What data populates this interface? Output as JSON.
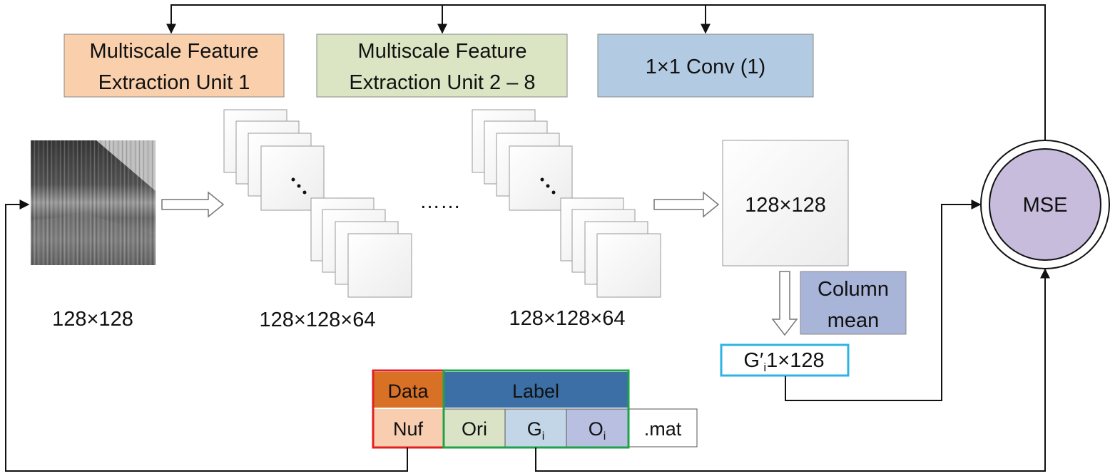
{
  "units": {
    "unit1": [
      "Multiscale Feature",
      "Extraction Unit 1"
    ],
    "unit2": [
      "Multiscale Feature",
      "Extraction Unit 2 – 8"
    ],
    "conv": "1×1 Conv (1)"
  },
  "input_label": "128×128",
  "feature_label_1": "128×128×64",
  "feature_label_2": "128×128×64",
  "ellipsis": "……",
  "output_map_label": "128×128",
  "column_mean": [
    "Column",
    "mean"
  ],
  "g_prime": {
    "base": "G′",
    "sub": "i",
    "rest": "1×128"
  },
  "loss": "MSE",
  "mat_table": {
    "data_header": "Data",
    "label_header": "Label",
    "nuf": "Nuf",
    "ori": "Ori",
    "gi": {
      "base": "G",
      "sub": "i"
    },
    "oi": {
      "base": "O",
      "sub": "i"
    },
    "ext": ".mat"
  },
  "colors": {
    "unit1_fill": "#f9cfac",
    "unit2_fill": "#dbe5c4",
    "conv_fill": "#b2cbe3",
    "column_mean_fill": "#a8b4d8",
    "mse_fill": "#c7bcdc",
    "data_header_fill": "#d87026",
    "label_header_fill": "#3c6fa5",
    "nuf_fill": "#f8cdb0",
    "ori_fill": "#dbe3c6",
    "gi_fill": "#c2d6e8",
    "oi_fill": "#b9bfe0",
    "data_border": "#e02020",
    "label_border": "#1fa34a",
    "gprime_border": "#2fb3e6"
  }
}
